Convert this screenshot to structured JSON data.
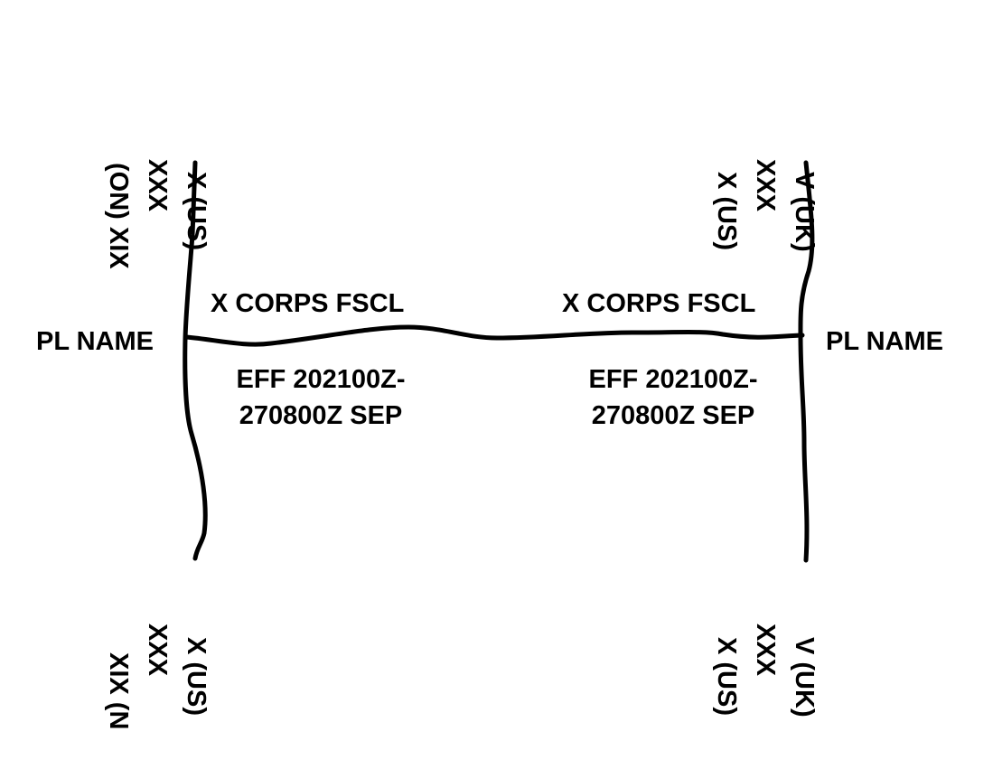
{
  "colors": {
    "line": "#000000",
    "background": "#ffffff"
  },
  "phase_line": {
    "left_name": "PL NAME",
    "right_name": "PL NAME"
  },
  "fscl": {
    "left_label": "X CORPS FSCL",
    "right_label": "X CORPS FSCL",
    "left_eff_1": "EFF 202100Z-",
    "left_eff_2": "270800Z SEP",
    "right_eff_1": "EFF 202100Z-",
    "right_eff_2": "270800Z SEP"
  },
  "boundaries": {
    "left": {
      "top_echelon": "XXX",
      "top_unit_west": "(ON) XIX",
      "top_unit_east": "X (US)",
      "bottom_echelon": "XXX",
      "bottom_unit_west": "XIX (N",
      "bottom_unit_east": "X (US)"
    },
    "right": {
      "top_echelon": "XXX",
      "top_unit_west": "X (US)",
      "top_unit_east": "V (UK)",
      "bottom_echelon": "XXX",
      "bottom_unit_west": "X (US)",
      "bottom_unit_east": "V (UK)"
    }
  }
}
